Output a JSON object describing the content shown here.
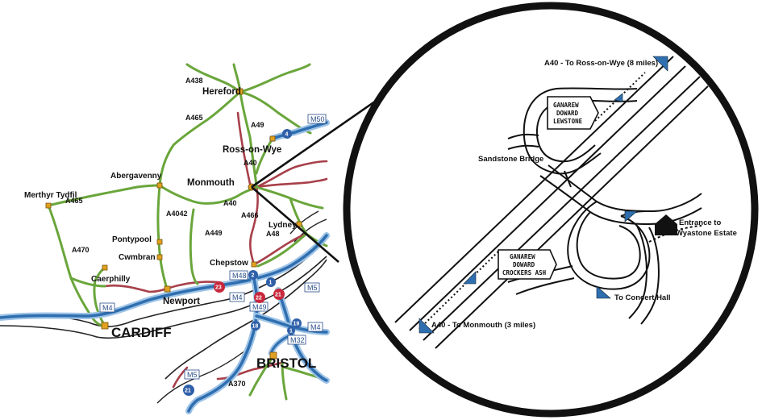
{
  "colors": {
    "motorway": "#2f6fb0",
    "motorway_edge": "#9ec3e6",
    "a_road_green": "#6aa63b",
    "b_road_red": "#a8404a",
    "junction_blue": "#2f5fa8",
    "junction_red": "#c8283c",
    "town_marker": "#e0a020",
    "land_outline": "#222222",
    "arrow_blue": "#2f6fb0"
  },
  "towns": {
    "hereford": "Hereford",
    "ross": "Ross-on-Wye",
    "monmouth": "Monmouth",
    "abergavenny": "Abergavenny",
    "merthyr": "Merthyr Tydfil",
    "pontypool": "Pontypool",
    "cwmbran": "Cwmbran",
    "caerphilly": "Caerphilly",
    "newport": "Newport",
    "cardiff": "CARDIFF",
    "chepstow": "Chepstow",
    "lydney": "Lydney",
    "bristol": "BRISTOL"
  },
  "roads": {
    "a438": "A438",
    "a465_top": "A465",
    "a49": "A49",
    "a40_top": "A40",
    "a465_left": "A465",
    "a4042": "A4042",
    "a40_mid": "A40",
    "a466": "A466",
    "a449": "A449",
    "a48": "A48",
    "a470": "A470",
    "a370": "A370"
  },
  "motorways": {
    "m50": "M50",
    "m48": "M48",
    "m4_left": "M4",
    "m4_mid": "M4",
    "m49": "M49",
    "m5_right": "M5",
    "m4_right": "M4",
    "m32": "M32",
    "m5_bottom": "M5"
  },
  "junctions": {
    "j4": "4",
    "j2": "2",
    "j1": "1",
    "j23": "23",
    "j22": "22",
    "j21": "21",
    "j18": "18",
    "j19": "19",
    "j1b": "1",
    "j21b": "21"
  },
  "detail": {
    "a40_ross": "A40 - To Ross-on-Wye  (8 miles)",
    "a40_monmouth": "A40 - To Monmouth  (3 miles)",
    "sandstone_bridge": "Sandstone Bridge",
    "entrance_line1": "Entrance to",
    "entrance_line2": "Wyastone Estate",
    "concert_hall": "To Concert Hall",
    "sign_top": [
      "GANAREW",
      "DOWARD",
      "LEWSTONE"
    ],
    "sign_bottom": [
      "GANAREW",
      "DOWARD",
      "CROCKERS ASH"
    ]
  }
}
